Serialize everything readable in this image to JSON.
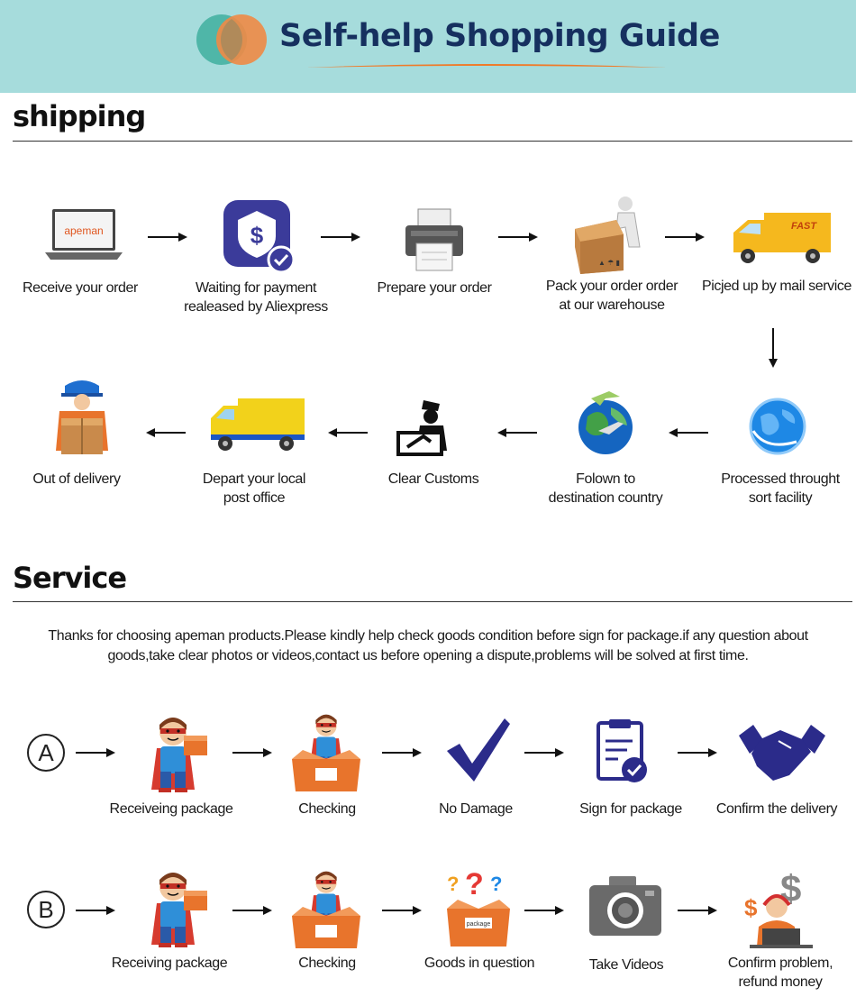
{
  "banner": {
    "title": "Self-help Shopping Guide",
    "bg_color": "#a6dcdc",
    "title_color": "#16305f",
    "accent_color": "#f07a28"
  },
  "shipping": {
    "title": "shipping",
    "brand": "apeman",
    "truck_text": "FAST",
    "steps": [
      {
        "label": "Receive your order",
        "icon": "laptop-icon"
      },
      {
        "label": "Waiting for payment\nrealeased by Aliexpress",
        "icon": "payment-shield-icon"
      },
      {
        "label": "Prepare your order",
        "icon": "printer-icon"
      },
      {
        "label": "Pack your order order\nat our warehouse",
        "icon": "package-worker-icon"
      },
      {
        "label": "Picjed up by mail service",
        "icon": "fast-truck-icon"
      },
      {
        "label": "Processed throught\nsort facility",
        "icon": "globe-icon"
      },
      {
        "label": "Folown to\ndestination country",
        "icon": "earth-plane-icon"
      },
      {
        "label": "Clear Customs",
        "icon": "customs-officer-icon"
      },
      {
        "label": "Depart your local\npost office",
        "icon": "delivery-van-icon"
      },
      {
        "label": "Out of delivery",
        "icon": "courier-icon"
      }
    ]
  },
  "service": {
    "title": "Service",
    "notice": "Thanks for choosing apeman products.Please kindly help check goods condition before sign for package.if any question about goods,take clear photos or videos,contact us before opening a dispute,problems will be solved at first time.",
    "case_a": {
      "marker": "A",
      "steps": [
        {
          "label": "Receiveing package",
          "icon": "hero-package-icon"
        },
        {
          "label": "Checking",
          "icon": "hero-box-icon"
        },
        {
          "label": "No Damage",
          "icon": "checkmark-icon"
        },
        {
          "label": "Sign for package",
          "icon": "clipboard-check-icon"
        },
        {
          "label": "Confirm the delivery",
          "icon": "handshake-icon"
        }
      ]
    },
    "case_b": {
      "marker": "B",
      "box_text": "package",
      "steps": [
        {
          "label": "Receiving package",
          "icon": "hero-package-icon"
        },
        {
          "label": "Checking",
          "icon": "hero-box-icon"
        },
        {
          "label": "Goods in question",
          "icon": "question-box-icon"
        },
        {
          "label": "Take Videos",
          "icon": "camera-icon"
        },
        {
          "label": "Confirm problem,\nrefund money",
          "icon": "support-agent-icon"
        }
      ]
    }
  }
}
